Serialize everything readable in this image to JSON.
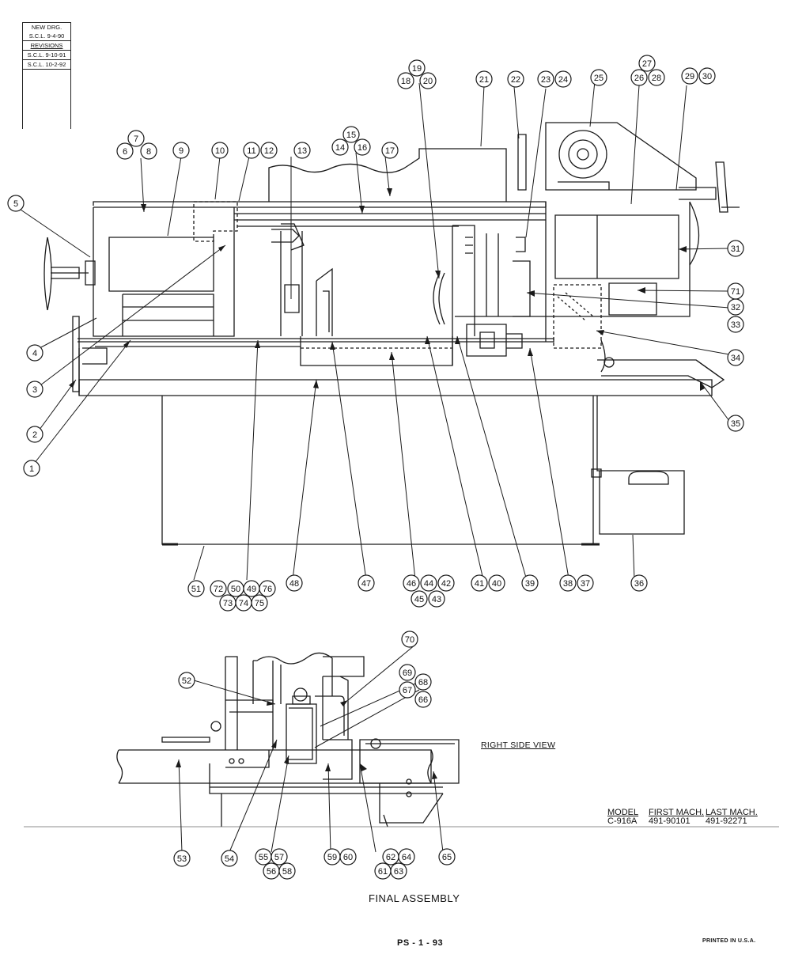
{
  "revision_block": {
    "new_drg": "NEW DRG.",
    "new_drg_date": "S.C.L. 9-4-90",
    "revisions_label": "REVISIONS",
    "revision_1": "S.C.L. 9-10-91",
    "revision_2": "S.C.L. 10-2-92"
  },
  "side_view_label": "RIGHT SIDE VIEW",
  "model_table": {
    "headers": [
      "MODEL",
      "FIRST MACH.",
      "LAST MACH."
    ],
    "row": [
      "C-916A",
      "491-90101",
      "491-92271"
    ]
  },
  "caption": "FINAL ASSEMBLY",
  "page_number": "PS - 1 - 93",
  "printed": "PRINTED IN U.S.A.",
  "callouts": {
    "main": [
      "1",
      "2",
      "3",
      "4",
      "5",
      "6",
      "7",
      "8",
      "9",
      "10",
      "11",
      "12",
      "13",
      "14",
      "15",
      "16",
      "17",
      "18",
      "19",
      "20",
      "21",
      "22",
      "23",
      "24",
      "25",
      "26",
      "27",
      "28",
      "29",
      "30",
      "31",
      "32",
      "33",
      "34",
      "35",
      "36",
      "37",
      "38",
      "39",
      "40",
      "41",
      "42",
      "43",
      "44",
      "45",
      "46",
      "47",
      "48",
      "49",
      "50",
      "51",
      "72",
      "73",
      "74",
      "75",
      "76",
      "71"
    ],
    "side": [
      "52",
      "53",
      "54",
      "55",
      "56",
      "57",
      "58",
      "59",
      "60",
      "61",
      "62",
      "63",
      "64",
      "65",
      "66",
      "67",
      "68",
      "69",
      "70"
    ]
  }
}
